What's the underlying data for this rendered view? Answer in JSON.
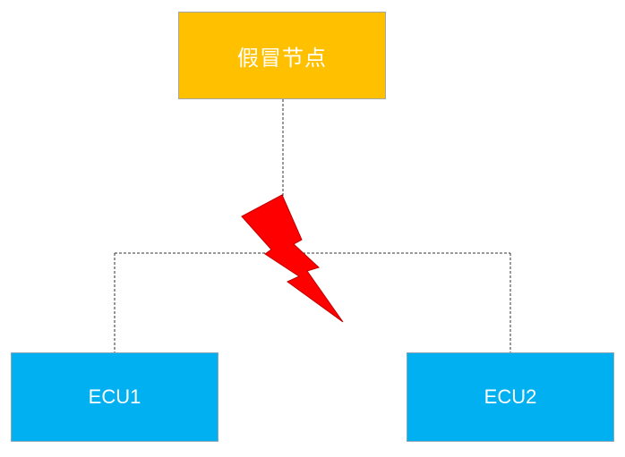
{
  "nodes": {
    "fake_node": "假冒节点",
    "ecu1": "ECU1",
    "ecu2": "ECU2"
  },
  "colors": {
    "fake_node_fill": "#ffc000",
    "ecu_fill": "#00b0f0",
    "attack_bolt": "#ff0000"
  }
}
